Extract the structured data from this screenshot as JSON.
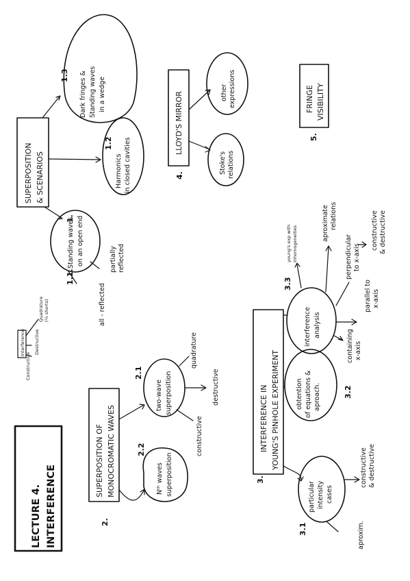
{
  "title": [
    "LECTURE 4.",
    "INTERFERENCE"
  ],
  "legend": {
    "center": "Interference",
    "left": "Constructive",
    "right": "Destructive",
    "far": [
      "Quadrature",
      "(½ shorts)"
    ]
  },
  "section1": {
    "number": "1.",
    "box": [
      "SUPERPOSITION",
      "& SCENARIOS"
    ],
    "sub_1_1": {
      "number": "1.1.",
      "label": [
        "Standing waves",
        "on an open end"
      ],
      "partially": [
        "partially",
        "reflected"
      ],
      "all": "all - reflected"
    },
    "sub_1_2": {
      "number": "1.2",
      "label": [
        "Harmonics",
        "in closed cavities"
      ]
    },
    "sub_1_3": {
      "number": "1.3",
      "label": [
        "Dark fringes &",
        "Standing waves",
        "in a wedge"
      ]
    }
  },
  "section2": {
    "number": "2.",
    "box": [
      "SUPERPOSITION OF",
      "MONOCROMATIC WAVES"
    ],
    "sub_2_1": {
      "number": "2.1",
      "label": [
        "two-wave",
        "superposition"
      ],
      "quadrature": "quadrature",
      "destructive": "destructive",
      "constructive": "constructive"
    },
    "sub_2_2": {
      "number": "2.2",
      "label": [
        "Nᵗʰ waves",
        "superposition"
      ]
    }
  },
  "section3": {
    "number": "3.",
    "box": [
      "INTERFERENCE IN",
      "YOUNG'S PINHOLE EXPERIMENT"
    ],
    "sub_3_1": {
      "number": "3.1",
      "label": [
        "particular",
        "intensity",
        "cases"
      ],
      "approx": "aproxim.",
      "cd": [
        "constructive",
        "& destructive"
      ]
    },
    "sub_3_2": {
      "number": "3.2",
      "label": [
        "obtention",
        "of equations &",
        "aproach."
      ]
    },
    "sub_3_3": {
      "number": "3.3",
      "label": [
        "interference",
        "analysis"
      ],
      "young": [
        "young's exp with",
        "inhomogeneities"
      ],
      "approx_rel": [
        "aproximate",
        "relations"
      ],
      "perp": [
        "perpendicular",
        "to x-axis"
      ],
      "cd": [
        "constructive",
        "& destructive"
      ],
      "parallel": [
        "parallel to",
        "x-axis"
      ],
      "containing": [
        "containing",
        "x-axis"
      ]
    }
  },
  "section4": {
    "number": "4.",
    "box": "LLOYD'S MIRROR",
    "stokes": [
      "Stoke's",
      "relations"
    ],
    "other": [
      "other",
      "expressions"
    ]
  },
  "section5": {
    "number": "5.",
    "box": [
      "FRINGE",
      "VISIBILITY"
    ]
  }
}
